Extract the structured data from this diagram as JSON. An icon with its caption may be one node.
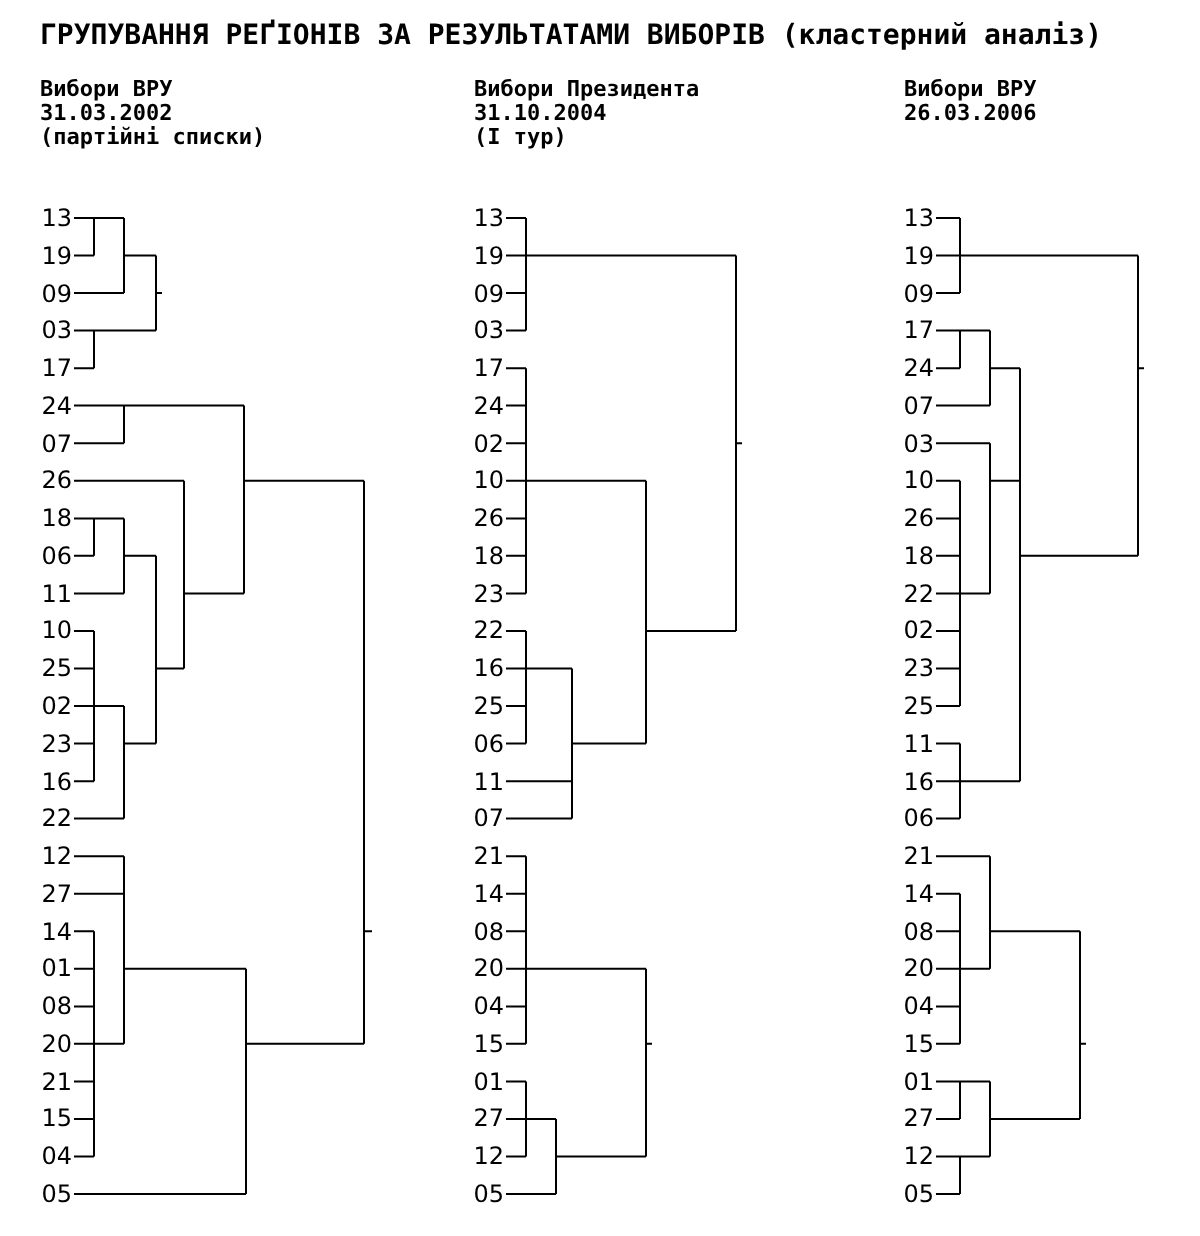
{
  "diagram": {
    "title": "ГРУПУВАННЯ РЕҐІОНІВ ЗА РЕЗУЛЬТАТАМИ ВИБОРІВ (кластерний аналіз)",
    "labels": [
      "Вибори ВРУ",
      "31.03.2002",
      "(партійні списки)",
      "13",
      "19",
      "09",
      "03",
      "17",
      "24",
      "07",
      "26",
      "18",
      "06",
      "11",
      "10",
      "25",
      "02",
      "23",
      "16",
      "22",
      "12",
      "27",
      "14",
      "01",
      "08",
      "20",
      "21",
      "15",
      "04",
      "05",
      "Вибори Президента",
      "31.10.2004",
      "(I тур)",
      "13",
      "19",
      "09",
      "03",
      "17",
      "24",
      "02",
      "10",
      "26",
      "18",
      "23",
      "22",
      "16",
      "25",
      "06",
      "11",
      "07",
      "21",
      "14",
      "08",
      "20",
      "04",
      "15",
      "01",
      "27",
      "12",
      "05",
      "Вибори ВРУ",
      "26.03.2006",
      "13",
      "19",
      "09",
      "17",
      "24",
      "07",
      "03",
      "10",
      "26",
      "18",
      "22",
      "02",
      "23",
      "25",
      "11",
      "16",
      "06",
      "21",
      "14",
      "08",
      "20",
      "04",
      "15",
      "01",
      "27",
      "12",
      "05"
    ]
  }
}
